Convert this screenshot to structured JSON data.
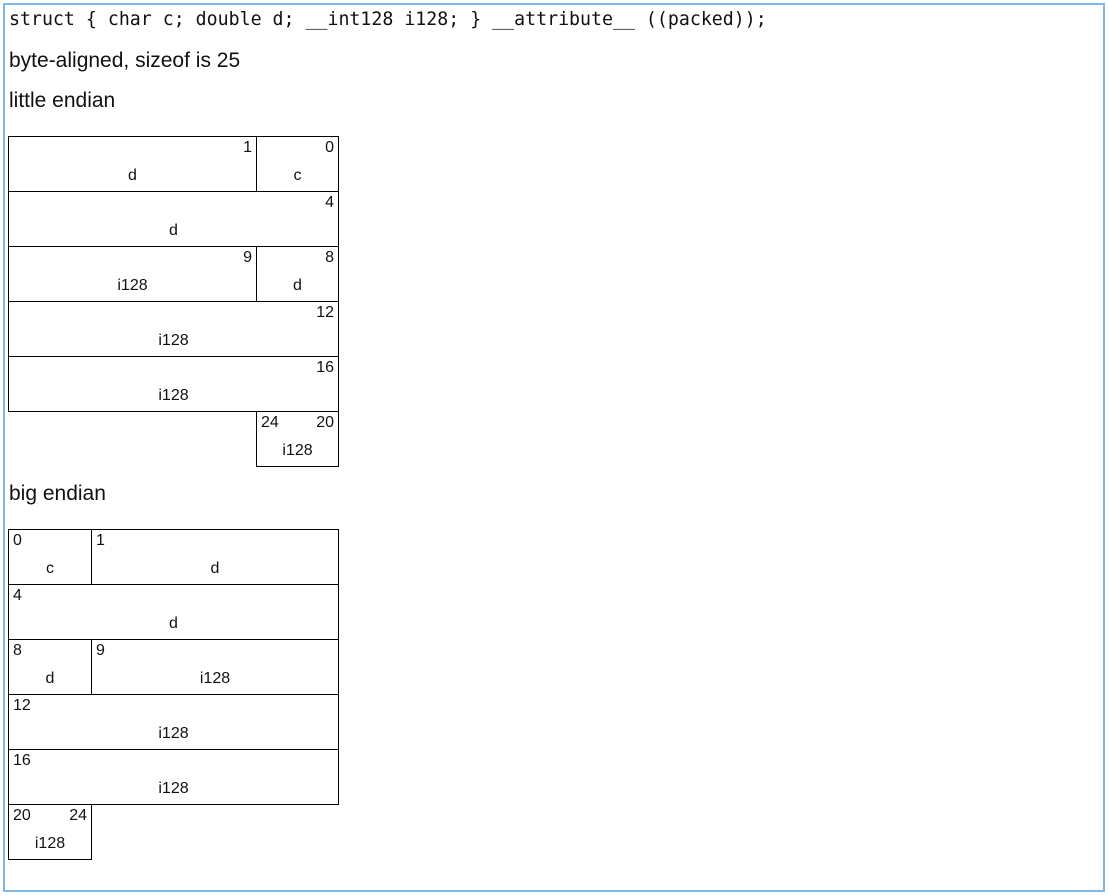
{
  "header": {
    "code": "struct { char c; double d; __int128 i128; } __attribute__ ((packed));",
    "alignment_text": "byte-aligned, sizeof is 25"
  },
  "little_endian": {
    "title": "little endian",
    "rows": [
      {
        "cells": [
          {
            "field": "d",
            "offsets": [
              "1"
            ]
          },
          {
            "field": "c",
            "offsets": [
              "0"
            ]
          }
        ]
      },
      {
        "cells": [
          {
            "field": "d",
            "offsets": [
              "4"
            ]
          }
        ]
      },
      {
        "cells": [
          {
            "field": "i128",
            "offsets": [
              "9"
            ]
          },
          {
            "field": "d",
            "offsets": [
              "8"
            ]
          }
        ]
      },
      {
        "cells": [
          {
            "field": "i128",
            "offsets": [
              "12"
            ]
          }
        ]
      },
      {
        "cells": [
          {
            "field": "i128",
            "offsets": [
              "16"
            ]
          }
        ]
      },
      {
        "cells": [
          {
            "field": "i128",
            "offsets": [
              "24",
              "20"
            ]
          }
        ]
      }
    ]
  },
  "big_endian": {
    "title": "big endian",
    "rows": [
      {
        "cells": [
          {
            "field": "c",
            "offsets": [
              "0"
            ]
          },
          {
            "field": "d",
            "offsets": [
              "1"
            ]
          }
        ]
      },
      {
        "cells": [
          {
            "field": "d",
            "offsets": [
              "4"
            ]
          }
        ]
      },
      {
        "cells": [
          {
            "field": "d",
            "offsets": [
              "8"
            ]
          },
          {
            "field": "i128",
            "offsets": [
              "9"
            ]
          }
        ]
      },
      {
        "cells": [
          {
            "field": "i128",
            "offsets": [
              "12"
            ]
          }
        ]
      },
      {
        "cells": [
          {
            "field": "i128",
            "offsets": [
              "16"
            ]
          }
        ]
      },
      {
        "cells": [
          {
            "field": "i128",
            "offsets": [
              "20",
              "24"
            ]
          }
        ]
      }
    ]
  }
}
